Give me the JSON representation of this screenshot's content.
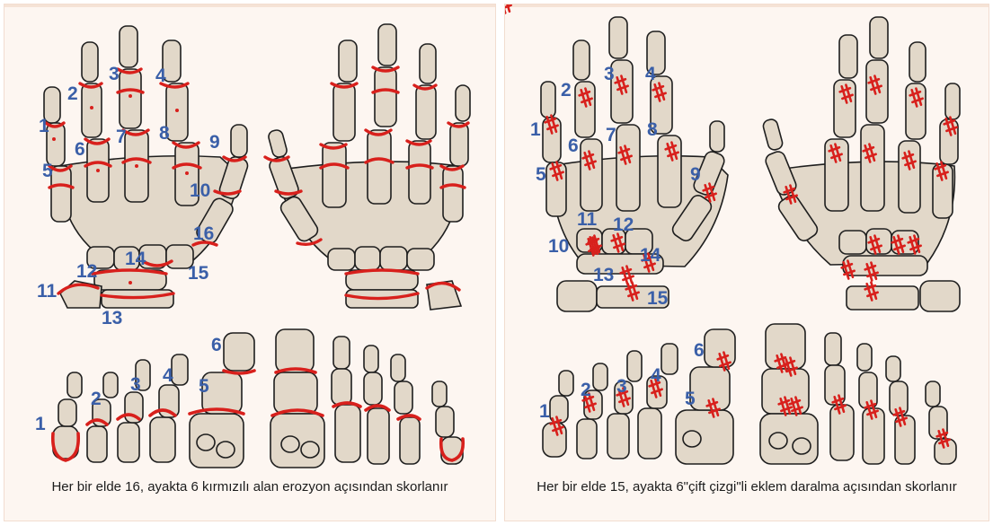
{
  "left_panel": {
    "caption": "Her bir elde 16, ayakta 6 kırmızılı alan erozyon açısından skorlanır",
    "hand_labels": [
      "1",
      "2",
      "3",
      "4",
      "5",
      "6",
      "7",
      "8",
      "9",
      "10",
      "11",
      "12",
      "13",
      "14",
      "15",
      "16"
    ],
    "foot_labels": [
      "1",
      "2",
      "3",
      "4",
      "5",
      "6"
    ]
  },
  "right_panel": {
    "caption": "Her bir elde 15, ayakta 6\"çift çizgi\"li eklem daralma açısından skorlanır",
    "hand_labels": [
      "1",
      "2",
      "3",
      "4",
      "5",
      "6",
      "7",
      "8",
      "9",
      "10",
      "11",
      "12",
      "13",
      "14",
      "15"
    ],
    "foot_labels": [
      "1",
      "2",
      "3",
      "4",
      "5",
      "6"
    ]
  },
  "colors": {
    "bone": "#e2d8c9",
    "outline": "#1e1e1e",
    "mark": "#d8201c",
    "label": "#3a5fa8",
    "panel_bg": "#fdf6f1"
  },
  "icons": {
    "erosion_mark": "red-curve",
    "narrowing_mark": "double-line"
  }
}
